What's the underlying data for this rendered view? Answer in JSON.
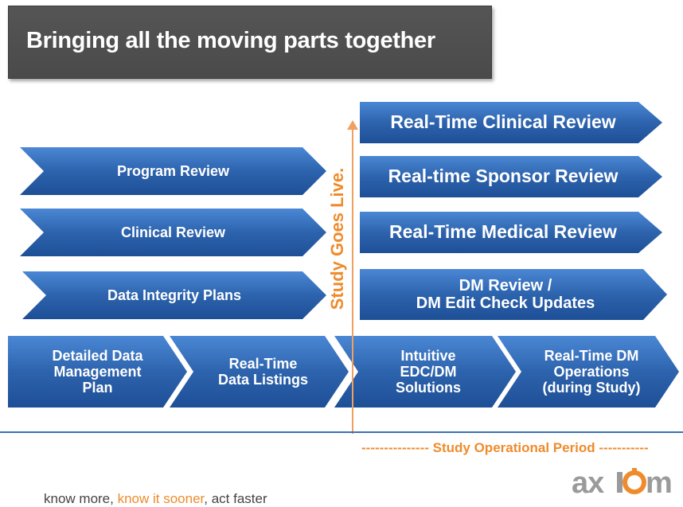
{
  "title": "Bringing all the moving parts together",
  "left_chevrons": [
    "Program Review",
    "Clinical Review",
    "Data Integrity Plans"
  ],
  "bottom_chevrons": [
    [
      "Detailed Data",
      "Management",
      "Plan"
    ],
    [
      "Real-Time",
      "Data Listings"
    ],
    [
      "Intuitive",
      "EDC/DM",
      "Solutions"
    ],
    [
      "Real-Time DM",
      "Operations",
      "(during Study)"
    ]
  ],
  "right_chevrons": [
    [
      "Real-Time Clinical Review"
    ],
    [
      "Real-time Sponsor Review"
    ],
    [
      "Real-Time Medical Review"
    ],
    [
      "DM Review /",
      "DM Edit Check Updates"
    ]
  ],
  "milestone": "Study Goes Live.",
  "period_label": "---------------  Study Operational Period -----------",
  "tagline": {
    "part1": "know more, ",
    "part2": "know it sooner",
    "part3": ", act faster"
  },
  "logo": {
    "text": "axiom",
    "color": "#9a9a9a",
    "accent": "#ef8b2c"
  }
}
